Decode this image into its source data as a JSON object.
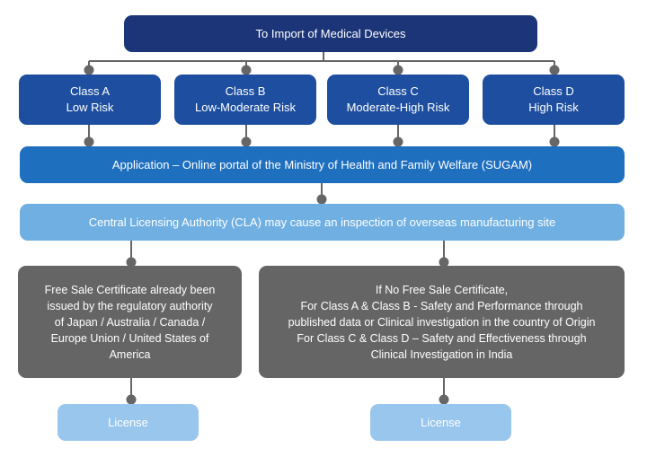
{
  "top": {
    "label": "To Import of Medical Devices"
  },
  "classes": [
    {
      "label": "Class A\nLow Risk"
    },
    {
      "label": "Class B\nLow-Moderate Risk"
    },
    {
      "label": "Class C\nModerate-High Risk"
    },
    {
      "label": "Class D\nHigh Risk"
    }
  ],
  "application": {
    "label": "Application – Online portal of the Ministry of Health and Family Welfare (SUGAM)"
  },
  "cla": {
    "label": "Central Licensing Authority (CLA) may cause an inspection of overseas manufacturing site"
  },
  "left_branch": {
    "label": "Free Sale Certificate already been\nissued by the regulatory authority\nof Japan / Australia / Canada /\nEurope Union / United States of\nAmerica",
    "result": "License"
  },
  "right_branch": {
    "label": "If No Free Sale Certificate,\nFor Class A & Class B - Safety and Performance through\npublished data or Clinical investigation in the country of Origin\nFor Class C & Class D – Safety and Effectiveness through\nClinical Investigation in India",
    "result": "License"
  },
  "colors": {
    "navy": "#1c3578",
    "class_blue": "#1d4e9f",
    "application_blue": "#1f6fbf",
    "cla_light_blue": "#70afe1",
    "gray": "#656565",
    "license_blue": "#99c6ec",
    "connector": "#666666"
  }
}
